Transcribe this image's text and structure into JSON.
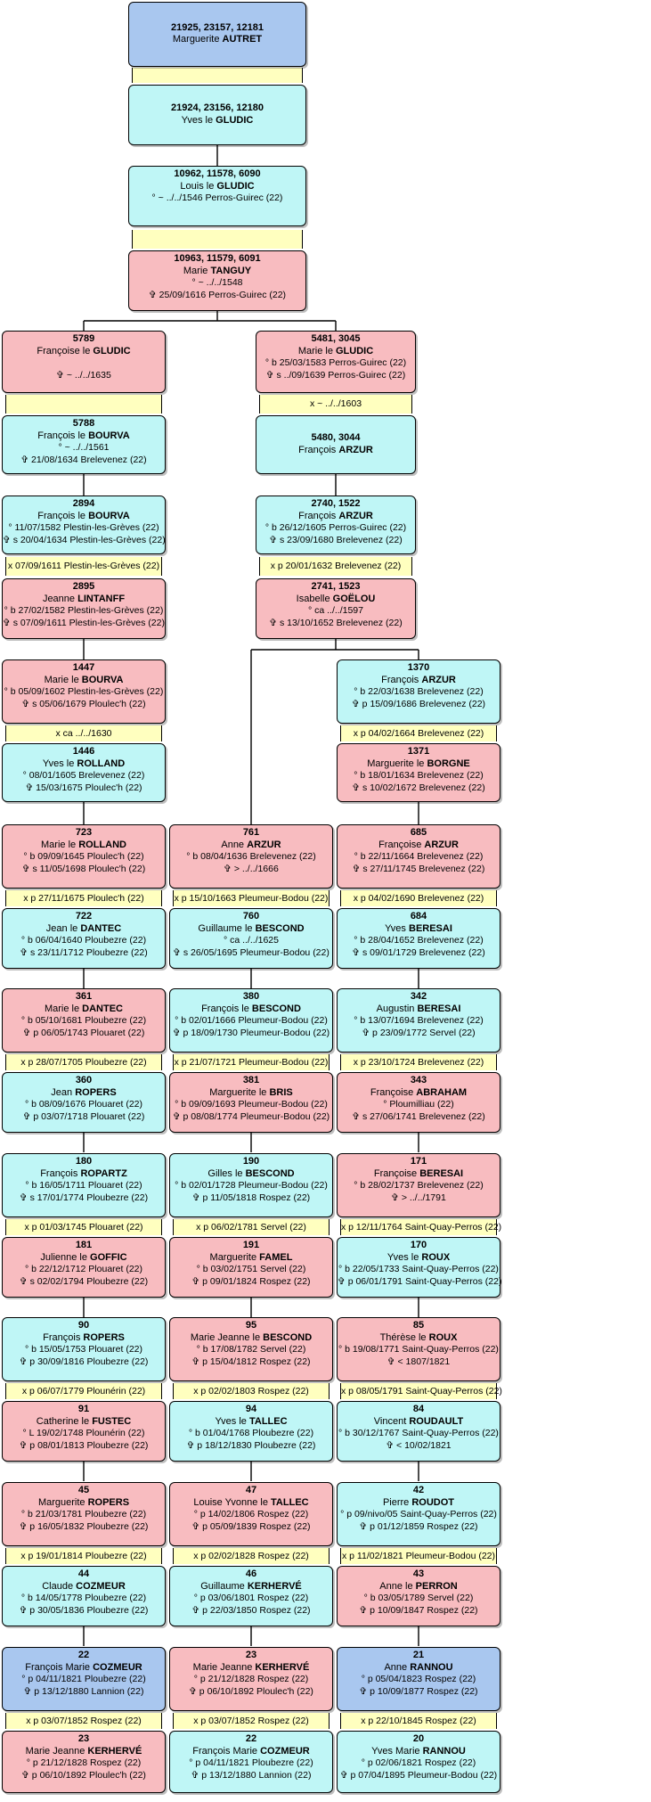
{
  "people": [
    {
      "id": "root",
      "sex": "b",
      "num": "21925, 23157, 12181",
      "first": "Marguerite",
      "last": "AUTRET",
      "lines": []
    },
    {
      "id": "p21924",
      "sex": "m",
      "num": "21924, 23156, 12180",
      "first": "Yves le",
      "last": "GLUDIC",
      "lines": []
    },
    {
      "id": "p10962",
      "sex": "m",
      "num": "10962, 11578, 6090",
      "first": "Louis le",
      "last": "GLUDIC",
      "lines": [
        "° ~ ../../1546 Perros-Guirec (22)"
      ]
    },
    {
      "id": "p10963",
      "sex": "f",
      "num": "10963, 11579, 6091",
      "first": "Marie",
      "last": "TANGUY",
      "lines": [
        "° ~ ../../1548",
        "✞ 25/09/1616 Perros-Guirec (22)"
      ]
    },
    {
      "id": "p5789",
      "sex": "f",
      "num": "5789",
      "first": "Françoise le",
      "last": "GLUDIC",
      "lines": [
        "",
        "✞ ~ ../../1635"
      ]
    },
    {
      "id": "p5481",
      "sex": "f",
      "num": "5481, 3045",
      "first": "Marie le",
      "last": "GLUDIC",
      "lines": [
        "° b 25/03/1583 Perros-Guirec (22)",
        "✞ s ../09/1639 Perros-Guirec (22)"
      ]
    },
    {
      "id": "p5788",
      "sex": "m",
      "num": "5788",
      "first": "François le",
      "last": "BOURVA",
      "lines": [
        "° ~ ../../1561",
        "✞ 21/08/1634 Brelevenez (22)"
      ]
    },
    {
      "id": "p5480",
      "sex": "m",
      "num": "5480, 3044",
      "first": "François",
      "last": "ARZUR",
      "lines": []
    },
    {
      "id": "p2894",
      "sex": "m",
      "num": "2894",
      "first": "François le",
      "last": "BOURVA",
      "lines": [
        "° 11/07/1582 Plestin-les-Grèves (22)",
        "✞ s 20/04/1634 Plestin-les-Grèves (22)"
      ]
    },
    {
      "id": "p2740",
      "sex": "m",
      "num": "2740, 1522",
      "first": "François",
      "last": "ARZUR",
      "lines": [
        "° b 26/12/1605 Perros-Guirec (22)",
        "✞ s 23/09/1680 Brelevenez (22)"
      ]
    },
    {
      "id": "p2895",
      "sex": "f",
      "num": "2895",
      "first": "Jeanne",
      "last": "LINTANFF",
      "lines": [
        "° b 27/02/1582 Plestin-les-Grèves (22)",
        "✞ s 07/09/1611 Plestin-les-Grèves (22)"
      ]
    },
    {
      "id": "p2741",
      "sex": "f",
      "num": "2741, 1523",
      "first": "Isabelle",
      "last": "GOËLOU",
      "lines": [
        "° ca ../../1597",
        "✞ s 13/10/1652 Brelevenez (22)"
      ]
    },
    {
      "id": "p1447",
      "sex": "f",
      "num": "1447",
      "first": "Marie le",
      "last": "BOURVA",
      "lines": [
        "° b 05/09/1602 Plestin-les-Grèves (22)",
        "✞ s 05/06/1679 Ploulec'h (22)"
      ]
    },
    {
      "id": "p1370",
      "sex": "m",
      "num": "1370",
      "first": "François",
      "last": "ARZUR",
      "lines": [
        "° b 22/03/1638 Brelevenez (22)",
        "✞ p 15/09/1686 Brelevenez (22)"
      ]
    },
    {
      "id": "p1446",
      "sex": "m",
      "num": "1446",
      "first": "Yves le",
      "last": "ROLLAND",
      "lines": [
        "° 08/01/1605 Brelevenez (22)",
        "✞ 15/03/1675 Ploulec'h (22)"
      ]
    },
    {
      "id": "p1371",
      "sex": "f",
      "num": "1371",
      "first": "Marguerite le",
      "last": "BORGNE",
      "lines": [
        "° b 18/01/1634 Brelevenez (22)",
        "✞ s 10/02/1672 Brelevenez (22)"
      ]
    },
    {
      "id": "p723",
      "sex": "f",
      "num": "723",
      "first": "Marie le",
      "last": "ROLLAND",
      "lines": [
        "° b 09/09/1645 Ploulec'h (22)",
        "✞ s 11/05/1698 Ploulec'h (22)"
      ]
    },
    {
      "id": "p761",
      "sex": "f",
      "num": "761",
      "first": "Anne",
      "last": "ARZUR",
      "lines": [
        "° b 08/04/1636 Brelevenez (22)",
        "✞ > ../../1666"
      ]
    },
    {
      "id": "p685",
      "sex": "f",
      "num": "685",
      "first": "Françoise",
      "last": "ARZUR",
      "lines": [
        "° b 22/11/1664 Brelevenez (22)",
        "✞ s 27/11/1745 Brelevenez (22)"
      ]
    },
    {
      "id": "p722",
      "sex": "m",
      "num": "722",
      "first": "Jean le",
      "last": "DANTEC",
      "lines": [
        "° b 06/04/1640 Ploubezre (22)",
        "✞ s 23/11/1712 Ploubezre (22)"
      ]
    },
    {
      "id": "p760",
      "sex": "m",
      "num": "760",
      "first": "Guillaume le",
      "last": "BESCOND",
      "lines": [
        "° ca ../../1625",
        "✞ s 26/05/1695 Pleumeur-Bodou (22)"
      ]
    },
    {
      "id": "p684",
      "sex": "m",
      "num": "684",
      "first": "Yves",
      "last": "BERESAI",
      "lines": [
        "° b 28/04/1652 Brelevenez (22)",
        "✞ s 09/01/1729 Brelevenez (22)"
      ]
    },
    {
      "id": "p361",
      "sex": "f",
      "num": "361",
      "first": "Marie le",
      "last": "DANTEC",
      "lines": [
        "° b 05/10/1681 Ploubezre (22)",
        "✞ p 06/05/1743 Plouaret (22)"
      ]
    },
    {
      "id": "p380",
      "sex": "m",
      "num": "380",
      "first": "François le",
      "last": "BESCOND",
      "lines": [
        "° b 02/01/1666 Pleumeur-Bodou (22)",
        "✞ p 18/09/1730 Pleumeur-Bodou (22)"
      ]
    },
    {
      "id": "p342",
      "sex": "m",
      "num": "342",
      "first": "Augustin",
      "last": "BERESAI",
      "lines": [
        "° b 13/07/1694 Brelevenez (22)",
        "✞ p 23/09/1772 Servel (22)"
      ]
    },
    {
      "id": "p360",
      "sex": "m",
      "num": "360",
      "first": "Jean",
      "last": "ROPERS",
      "lines": [
        "° b 08/09/1676 Plouaret (22)",
        "✞ p 03/07/1718 Plouaret (22)"
      ]
    },
    {
      "id": "p381",
      "sex": "f",
      "num": "381",
      "first": "Marguerite le",
      "last": "BRIS",
      "lines": [
        "° b 09/09/1693 Pleumeur-Bodou (22)",
        "✞ p 08/08/1774 Pleumeur-Bodou (22)"
      ]
    },
    {
      "id": "p343",
      "sex": "f",
      "num": "343",
      "first": "Françoise",
      "last": "ABRAHAM",
      "lines": [
        "° Ploumilliau (22)",
        "✞ s 27/06/1741 Brelevenez (22)"
      ]
    },
    {
      "id": "p180",
      "sex": "m",
      "num": "180",
      "first": "François",
      "last": "ROPARTZ",
      "lines": [
        "° b 16/05/1711 Plouaret (22)",
        "✞ s 17/01/1774 Ploubezre (22)"
      ]
    },
    {
      "id": "p190",
      "sex": "m",
      "num": "190",
      "first": "Gilles le",
      "last": "BESCOND",
      "lines": [
        "° b 02/01/1728 Pleumeur-Bodou (22)",
        "✞ p 11/05/1818 Rospez (22)"
      ]
    },
    {
      "id": "p171",
      "sex": "f",
      "num": "171",
      "first": "Françoise",
      "last": "BERESAI",
      "lines": [
        "° b 28/02/1737 Brelevenez (22)",
        "✞ > ../../1791"
      ]
    },
    {
      "id": "p181",
      "sex": "f",
      "num": "181",
      "first": "Julienne le",
      "last": "GOFFIC",
      "lines": [
        "° b 22/12/1712 Plouaret (22)",
        "✞ s 02/02/1794 Ploubezre (22)"
      ]
    },
    {
      "id": "p191",
      "sex": "f",
      "num": "191",
      "first": "Marguerite",
      "last": "FAMEL",
      "lines": [
        "° b 03/02/1751 Servel (22)",
        "✞ p 09/01/1824 Rospez (22)"
      ]
    },
    {
      "id": "p170",
      "sex": "m",
      "num": "170",
      "first": "Yves le",
      "last": "ROUX",
      "lines": [
        "° b 22/05/1733 Saint-Quay-Perros (22)",
        "✞ p 06/01/1791 Saint-Quay-Perros (22)"
      ]
    },
    {
      "id": "p90",
      "sex": "m",
      "num": "90",
      "first": "François",
      "last": "ROPERS",
      "lines": [
        "° b 15/05/1753 Plouaret (22)",
        "✞ p 30/09/1816 Ploubezre (22)"
      ]
    },
    {
      "id": "p95",
      "sex": "f",
      "num": "95",
      "first": "Marie Jeanne le",
      "last": "BESCOND",
      "lines": [
        "° b 17/08/1782 Servel (22)",
        "✞ p 15/04/1812 Rospez (22)"
      ]
    },
    {
      "id": "p85",
      "sex": "f",
      "num": "85",
      "first": "Thérèse le",
      "last": "ROUX",
      "lines": [
        "° b 19/08/1771 Saint-Quay-Perros (22)",
        "✞ < 1807/1821"
      ]
    },
    {
      "id": "p91",
      "sex": "f",
      "num": "91",
      "first": "Catherine le",
      "last": "FUSTEC",
      "lines": [
        "° L 19/02/1748 Plounérin (22)",
        "✞ p 08/01/1813 Ploubezre (22)"
      ]
    },
    {
      "id": "p94",
      "sex": "m",
      "num": "94",
      "first": "Yves le",
      "last": "TALLEC",
      "lines": [
        "° b 01/04/1768 Ploubezre (22)",
        "✞ p 18/12/1830 Ploubezre (22)"
      ]
    },
    {
      "id": "p84",
      "sex": "m",
      "num": "84",
      "first": "Vincent",
      "last": "ROUDAULT",
      "lines": [
        "° b 30/12/1767 Saint-Quay-Perros (22)",
        "✞ < 10/02/1821"
      ]
    },
    {
      "id": "p45",
      "sex": "f",
      "num": "45",
      "first": "Marguerite",
      "last": "ROPERS",
      "lines": [
        "° b 21/03/1781 Ploubezre (22)",
        "✞ p 16/05/1832 Ploubezre (22)"
      ]
    },
    {
      "id": "p47",
      "sex": "f",
      "num": "47",
      "first": "Louise Yvonne le",
      "last": "TALLEC",
      "lines": [
        "° p 14/02/1806 Rospez (22)",
        "✞ p 05/09/1839 Rospez (22)"
      ]
    },
    {
      "id": "p42",
      "sex": "m",
      "num": "42",
      "first": "Pierre",
      "last": "ROUDOT",
      "lines": [
        "° p 09/nivo/05 Saint-Quay-Perros (22)",
        "✞ p 01/12/1859 Rospez (22)"
      ]
    },
    {
      "id": "p44",
      "sex": "m",
      "num": "44",
      "first": "Claude",
      "last": "COZMEUR",
      "lines": [
        "° b 14/05/1778 Ploubezre (22)",
        "✞ p 30/05/1836 Ploubezre (22)"
      ]
    },
    {
      "id": "p46",
      "sex": "m",
      "num": "46",
      "first": "Guillaume",
      "last": "KERHERVÉ",
      "lines": [
        "° p 03/06/1801 Rospez (22)",
        "✞ p 22/03/1850 Rospez (22)"
      ]
    },
    {
      "id": "p43",
      "sex": "f",
      "num": "43",
      "first": "Anne le",
      "last": "PERRON",
      "lines": [
        "° b 03/05/1789 Servel (22)",
        "✞ p 10/09/1847 Rospez (22)"
      ]
    },
    {
      "id": "p22a",
      "sex": "b",
      "num": "22",
      "first": "François Marie",
      "last": "COZMEUR",
      "lines": [
        "° p 04/11/1821 Ploubezre (22)",
        "✞ p 13/12/1880 Lannion (22)"
      ]
    },
    {
      "id": "p23a",
      "sex": "f",
      "num": "23",
      "first": "Marie Jeanne",
      "last": "KERHERVÉ",
      "lines": [
        "° p 21/12/1828 Rospez (22)",
        "✞ p 06/10/1892 Ploulec'h (22)"
      ]
    },
    {
      "id": "p21",
      "sex": "b",
      "num": "21",
      "first": "Anne",
      "last": "RANNOU",
      "lines": [
        "° p 05/04/1823 Rospez (22)",
        "✞ p 10/09/1877 Rospez (22)"
      ]
    },
    {
      "id": "p23b",
      "sex": "f",
      "num": "23",
      "first": "Marie Jeanne",
      "last": "KERHERVÉ",
      "lines": [
        "° p 21/12/1828 Rospez (22)",
        "✞ p 06/10/1892 Ploulec'h (22)"
      ]
    },
    {
      "id": "p22b",
      "sex": "m",
      "num": "22",
      "first": "François Marie",
      "last": "COZMEUR",
      "lines": [
        "° p 04/11/1821 Ploubezre (22)",
        "✞ p 13/12/1880 Lannion (22)"
      ]
    },
    {
      "id": "p20",
      "sex": "m",
      "num": "20",
      "first": "Yves Marie",
      "last": "RANNOU",
      "lines": [
        "° p 02/06/1821 Rospez (22)",
        "✞ p 07/04/1895 Pleumeur-Bodou (22)"
      ]
    }
  ],
  "marriages": [
    {
      "id": "mar-root",
      "text": ""
    },
    {
      "id": "mar-10962",
      "text": ""
    },
    {
      "id": "mar-5789",
      "text": ""
    },
    {
      "id": "mar-5481",
      "text": "x ~ ../../1603"
    },
    {
      "id": "mar-2894",
      "text": "x 07/09/1611 Plestin-les-Grèves (22)"
    },
    {
      "id": "mar-2740",
      "text": "x p 20/01/1632 Brelevenez (22)"
    },
    {
      "id": "mar-1447",
      "text": "x ca ../../1630"
    },
    {
      "id": "mar-1370",
      "text": "x p 04/02/1664 Brelevenez (22)"
    },
    {
      "id": "mar-723",
      "text": "x p 27/11/1675 Ploulec'h (22)"
    },
    {
      "id": "mar-761",
      "text": "x p 15/10/1663 Pleumeur-Bodou (22)"
    },
    {
      "id": "mar-685",
      "text": "x p 04/02/1690 Brelevenez (22)"
    },
    {
      "id": "mar-361",
      "text": "x p 28/07/1705 Ploubezre (22)"
    },
    {
      "id": "mar-380",
      "text": "x p 21/07/1721 Pleumeur-Bodou (22)"
    },
    {
      "id": "mar-342",
      "text": "x p 23/10/1724 Brelevenez (22)"
    },
    {
      "id": "mar-180",
      "text": "x p 01/03/1745 Plouaret (22)"
    },
    {
      "id": "mar-190",
      "text": "x p 06/02/1781 Servel (22)"
    },
    {
      "id": "mar-171",
      "text": "x p 12/11/1764 Saint-Quay-Perros (22)"
    },
    {
      "id": "mar-90",
      "text": "x p 06/07/1779 Plounérin (22)"
    },
    {
      "id": "mar-95",
      "text": "x p 02/02/1803 Rospez (22)"
    },
    {
      "id": "mar-85",
      "text": "x p 08/05/1791 Saint-Quay-Perros (22)"
    },
    {
      "id": "mar-45",
      "text": "x p 19/01/1814 Ploubezre (22)"
    },
    {
      "id": "mar-47",
      "text": "x p 02/02/1828 Rospez (22)"
    },
    {
      "id": "mar-42",
      "text": "x p 11/02/1821 Pleumeur-Bodou (22)"
    },
    {
      "id": "mar-22a",
      "text": "x p 03/07/1852 Rospez (22)"
    },
    {
      "id": "mar-23a",
      "text": "x p 03/07/1852 Rospez (22)"
    },
    {
      "id": "mar-21",
      "text": "x p 22/10/1845 Rospez (22)"
    }
  ],
  "colors": {
    "male": "#bff6f6",
    "female": "#f8bcc0",
    "highlight": "#a9c7ef",
    "marriage": "#ffffbf"
  }
}
